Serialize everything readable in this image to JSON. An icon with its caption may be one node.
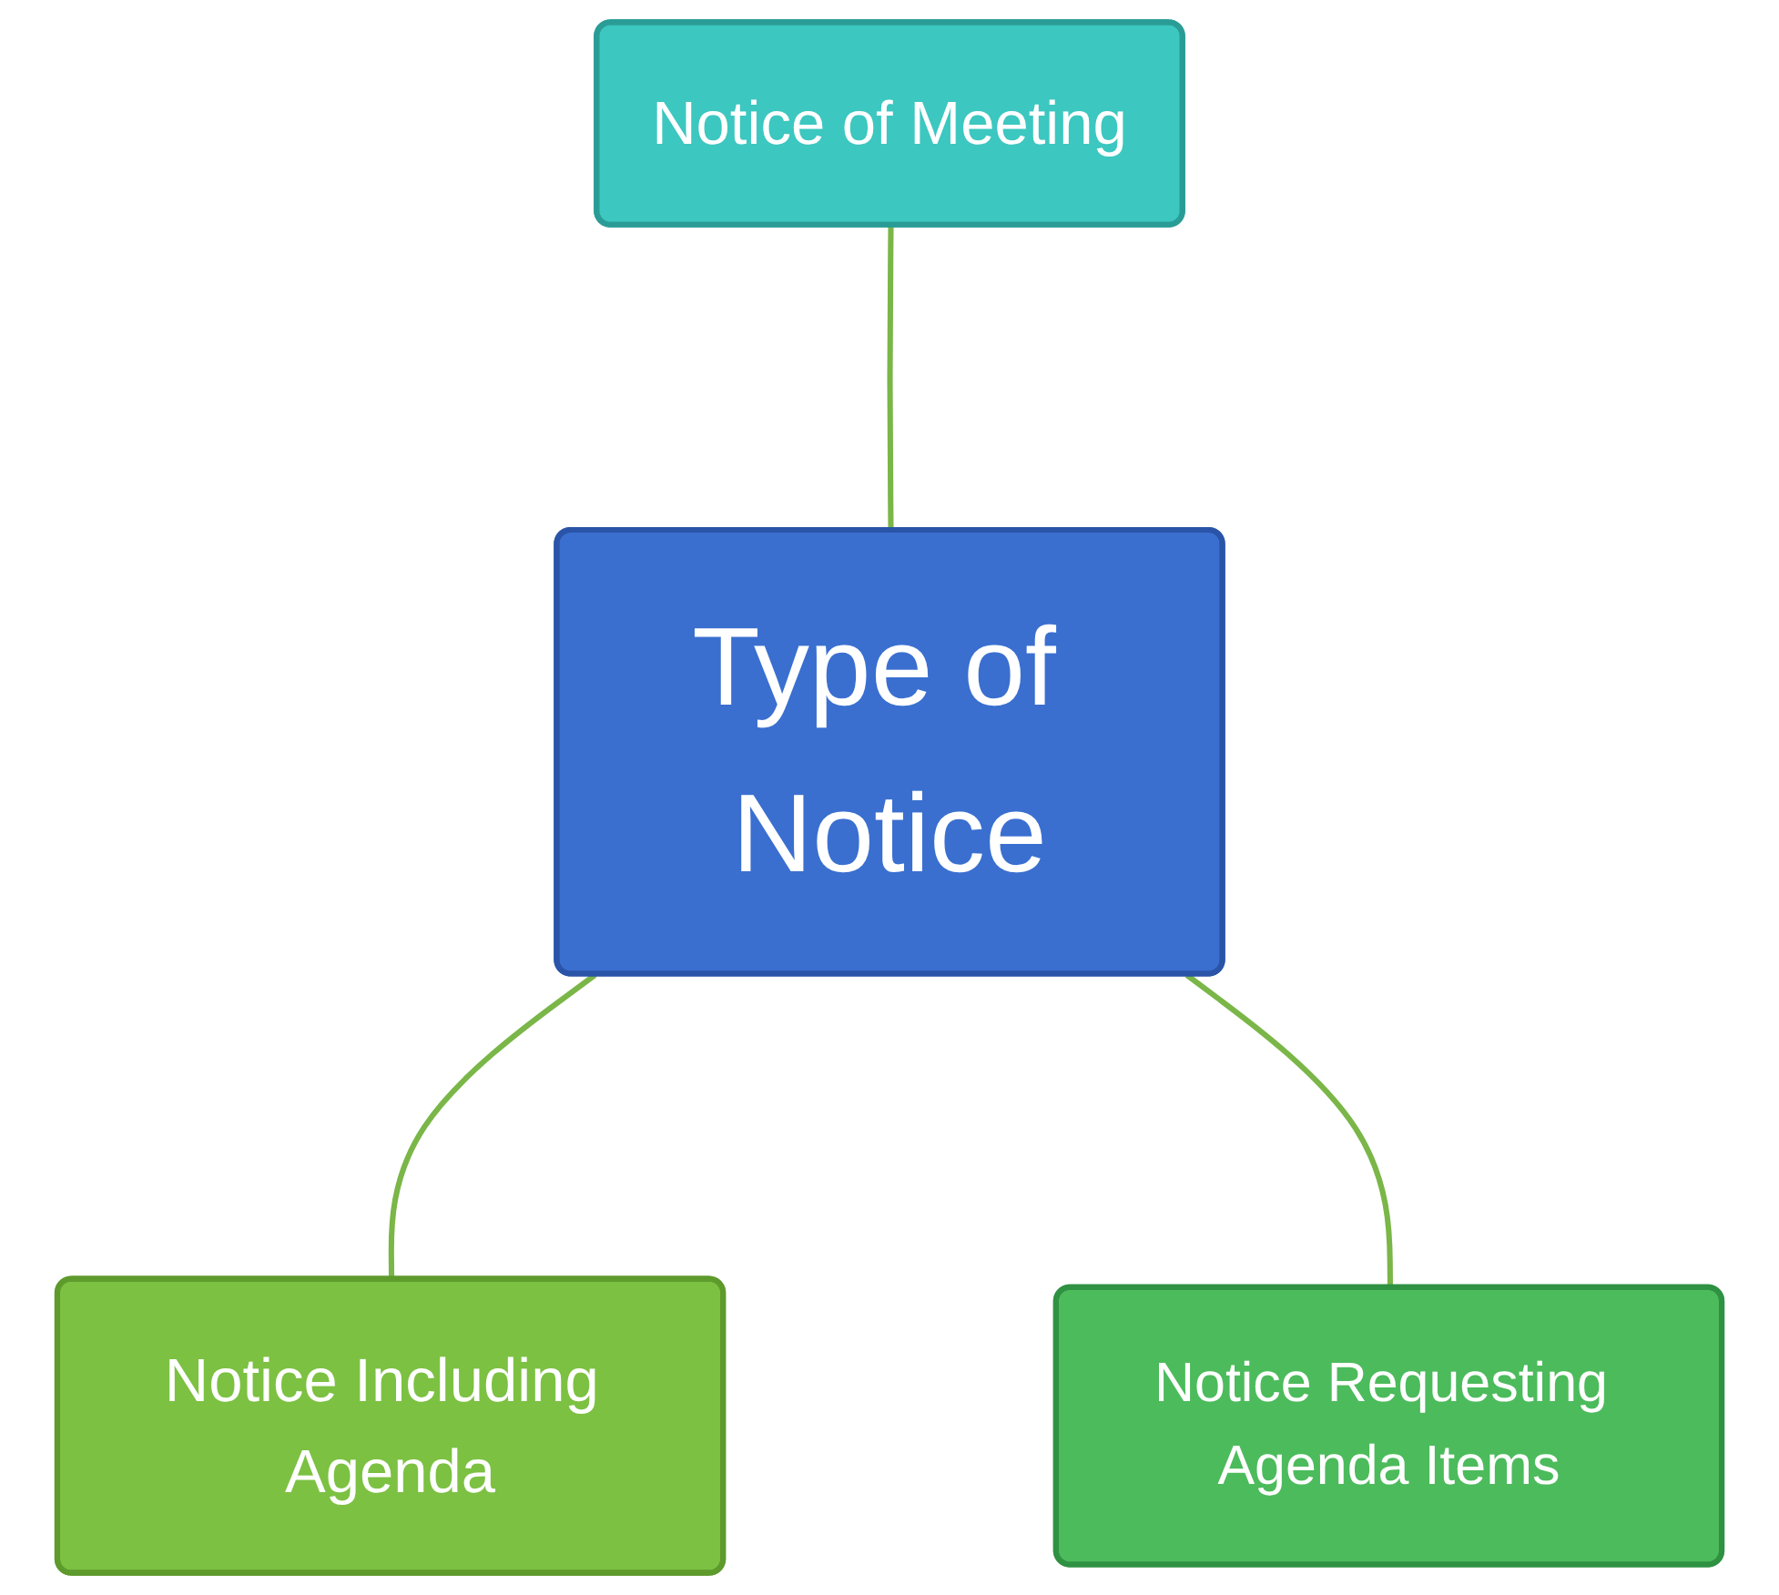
{
  "diagram": {
    "nodes": [
      {
        "text": [
          "Notice of Meeting"
        ]
      },
      {
        "text": [
          "Type of Notice"
        ]
      },
      {
        "text": [
          "Notice Including Agenda"
        ]
      },
      {
        "text": [
          "Notice Requesting Agenda Items"
        ]
      }
    ],
    "edges": [
      {
        "from": 0,
        "to": 1,
        "arrow": "none"
      },
      {
        "from": 1,
        "to": 2,
        "arrow": "none"
      },
      {
        "from": 1,
        "to": 3,
        "arrow": "none"
      }
    ]
  }
}
